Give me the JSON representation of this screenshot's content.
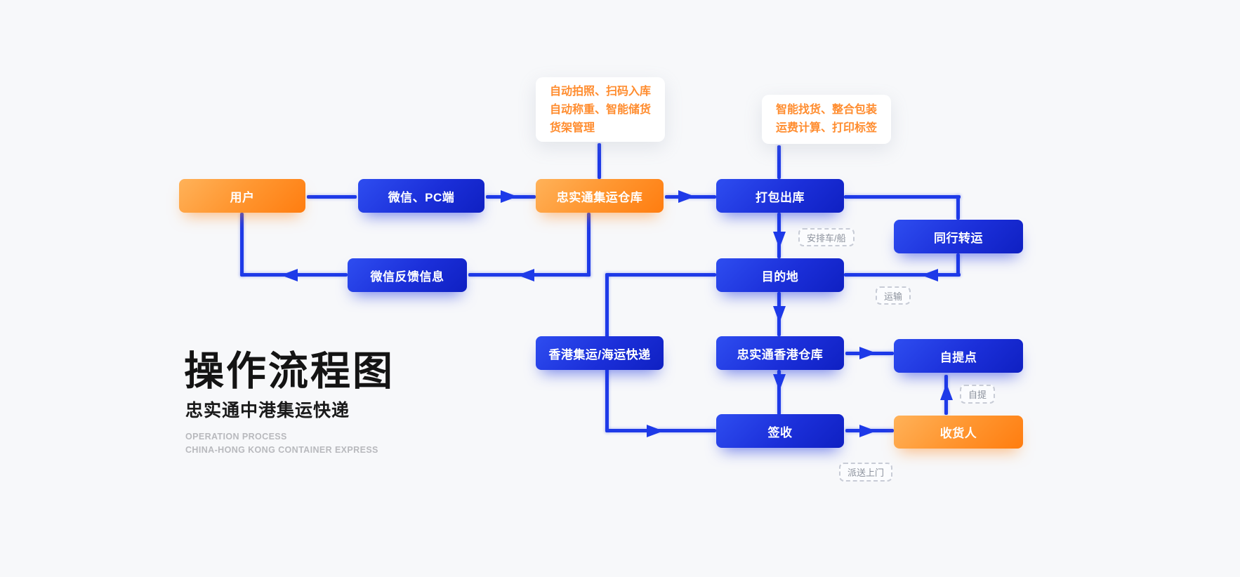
{
  "title_block": {
    "title": "操作流程图",
    "subtitle": "忠实通中港集运快递",
    "caption_line1": "OPERATION PROCESS",
    "caption_line2": "CHINA-HONG KONG CONTAINER EXPRESS"
  },
  "annotations": {
    "inbound_note": {
      "lines": [
        "自动拍照、扫码入库",
        "自动称重、智能储货",
        "货架管理"
      ]
    },
    "packing_note": {
      "lines": [
        "智能找货、整合包装",
        "运费计算、打印标签"
      ]
    }
  },
  "nodes": {
    "user": {
      "label": "用户",
      "type": "orange"
    },
    "wechat_pc": {
      "label": "微信、PC端",
      "type": "blue"
    },
    "mainland_warehouse": {
      "label": "忠实通集运仓库",
      "type": "orange"
    },
    "pack_outbound": {
      "label": "打包出库",
      "type": "blue"
    },
    "peer_transfer": {
      "label": "同行转运",
      "type": "blue"
    },
    "wechat_feedback": {
      "label": "微信反馈信息",
      "type": "blue"
    },
    "destination": {
      "label": "目的地",
      "type": "blue"
    },
    "hk_express": {
      "label": "香港集运/海运快递",
      "type": "blue"
    },
    "hk_warehouse": {
      "label": "忠实通香港仓库",
      "type": "blue"
    },
    "pickup_point": {
      "label": "自提点",
      "type": "blue"
    },
    "sign_receipt": {
      "label": "签收",
      "type": "blue"
    },
    "consignee": {
      "label": "收货人",
      "type": "orange"
    }
  },
  "edge_labels": {
    "arrange_vehicle": "安排车/船",
    "transport": "运输",
    "self_pickup": "自提",
    "door_delivery": "派送上门"
  },
  "colors": {
    "background": "#f7f8fa",
    "connector_blue": "#1e3ae8",
    "note_text_orange": "#ff8c2e",
    "box_blue_start": "#2e4df0",
    "box_blue_end": "#0f20c2",
    "box_orange_start": "#ffb259",
    "box_orange_end": "#ff7d10",
    "tag_text_gray": "#8b919c",
    "caption_gray": "#b8b9bd"
  }
}
